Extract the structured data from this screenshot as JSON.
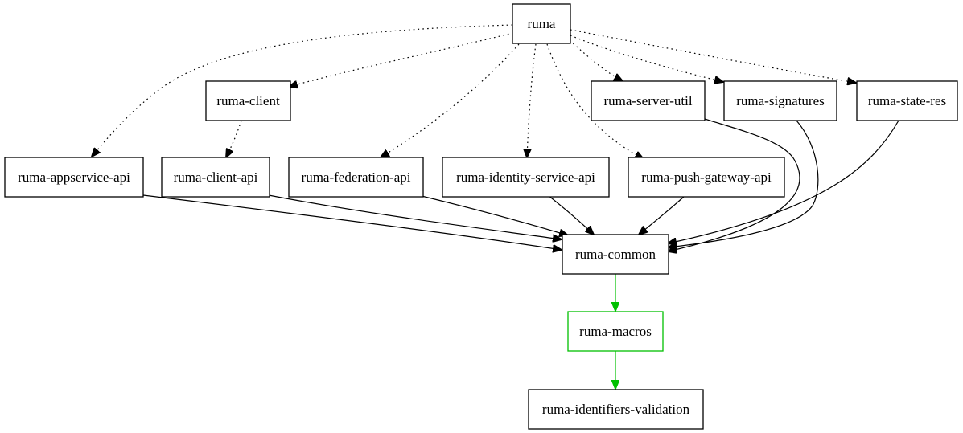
{
  "diagram": {
    "nodes": {
      "ruma": "ruma",
      "ruma_client": "ruma-client",
      "ruma_server_util": "ruma-server-util",
      "ruma_signatures": "ruma-signatures",
      "ruma_state_res": "ruma-state-res",
      "ruma_appservice_api": "ruma-appservice-api",
      "ruma_client_api": "ruma-client-api",
      "ruma_federation_api": "ruma-federation-api",
      "ruma_identity_service_api": "ruma-identity-service-api",
      "ruma_push_gateway_api": "ruma-push-gateway-api",
      "ruma_common": "ruma-common",
      "ruma_macros": "ruma-macros",
      "ruma_identifiers_validation": "ruma-identifiers-validation"
    },
    "edge_styles": {
      "optional": "dotted",
      "normal": "solid",
      "proc_macro": "green"
    },
    "colors": {
      "line": "#000000",
      "proc_macro": "#00c000",
      "background": "#ffffff"
    }
  }
}
